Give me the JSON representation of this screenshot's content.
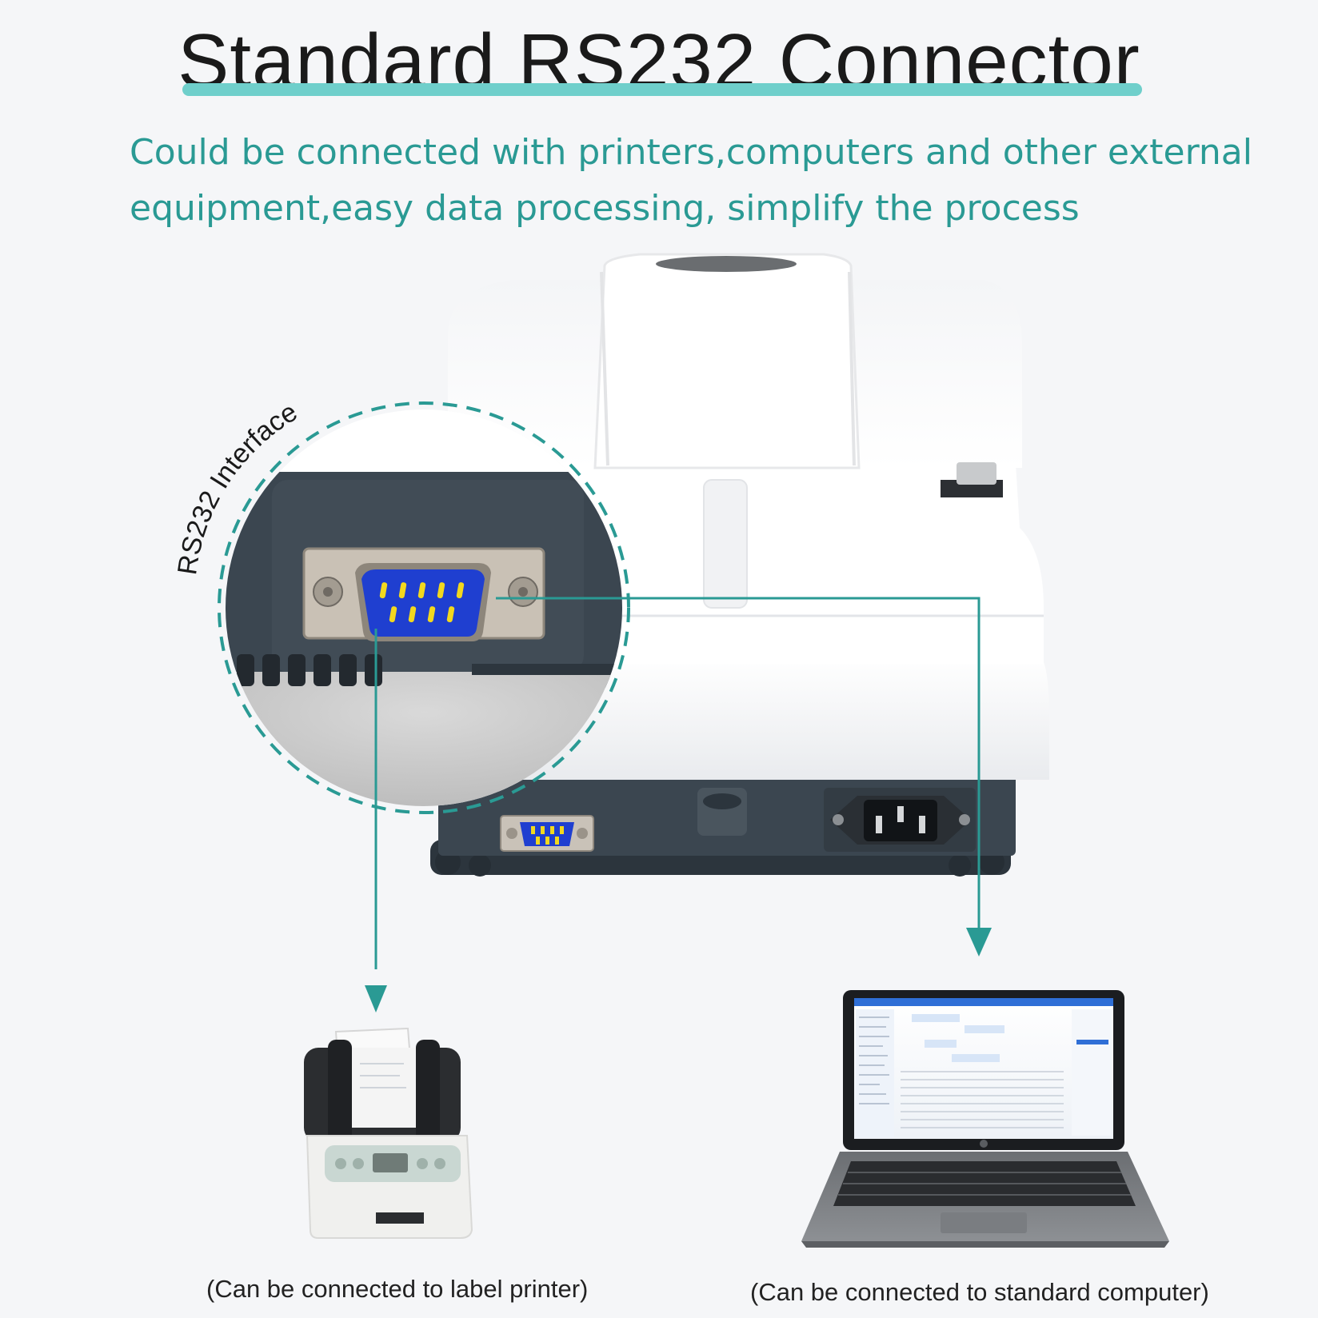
{
  "title": "Standard RS232 Connector",
  "subtitle_line1": "Could be connected with printers,computers and other external",
  "subtitle_line2": "equipment,easy data processing, simplify the process",
  "interface_label": "RS232 Interface",
  "caption_printer": "(Can be connected to label printer)",
  "caption_computer": "(Can be connected to standard computer)",
  "colors": {
    "accent": "#2a9a94",
    "underline": "#6fcfcb",
    "subtitle": "#2a9a94",
    "device_dark": "#3b4650",
    "port_blue": "#1f3fd0",
    "pin_yellow": "#f2d81e"
  },
  "icons": [
    "db9-connector-icon",
    "power-socket-icon",
    "arrow-down-icon"
  ]
}
